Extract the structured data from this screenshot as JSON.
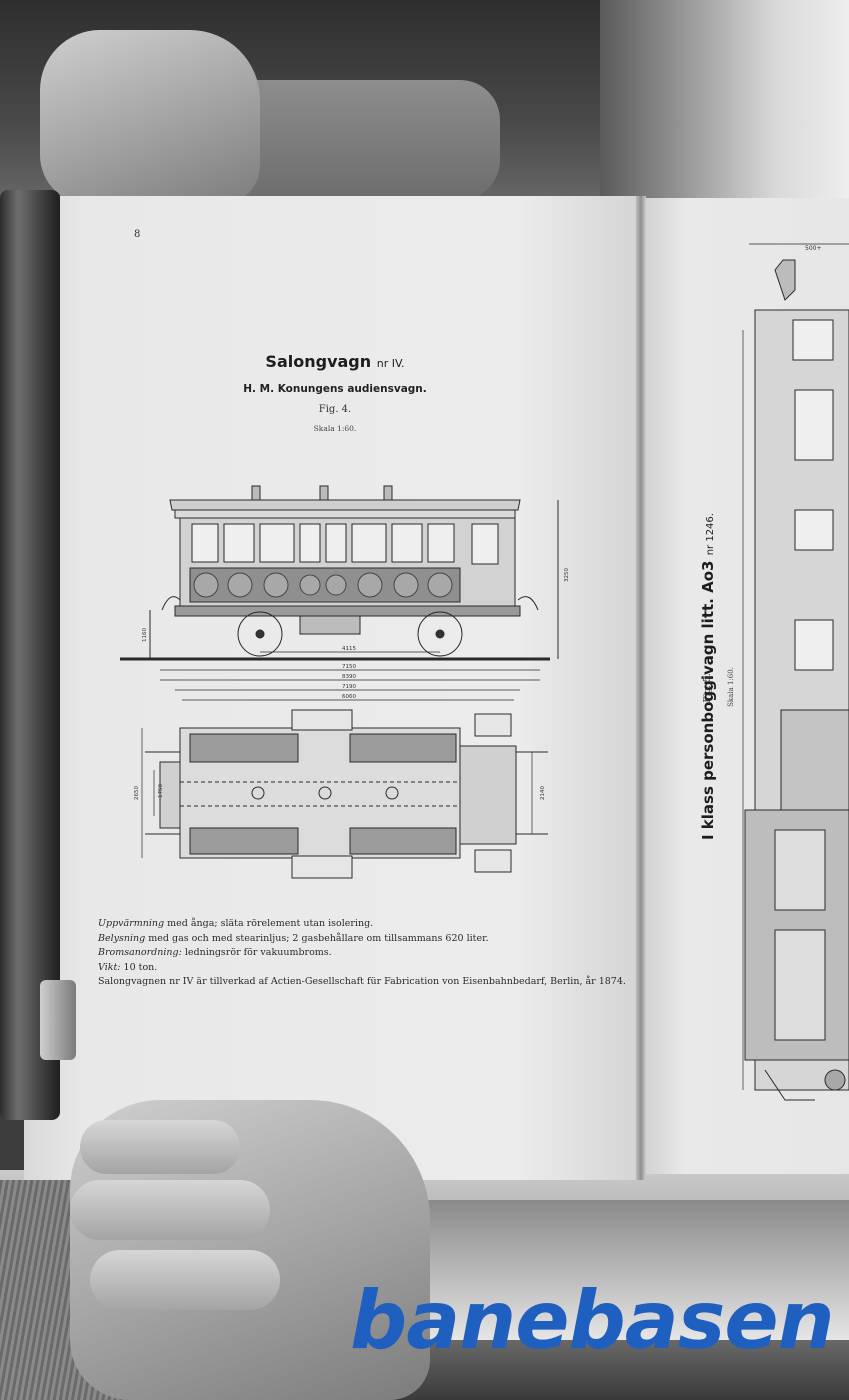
{
  "left_page": {
    "page_number": "8",
    "title": "Salongvagn",
    "title_suffix": "nr IV.",
    "subtitle": "H. M. Konungens audiensvagn.",
    "figure_label": "Fig. 4.",
    "scale_label": "Skala 1:60.",
    "dimensions": {
      "height": "3250",
      "wheel_height": "1160",
      "wheelbase": "4115",
      "length_1": "7150",
      "length_2": "8390",
      "length_3": "7190",
      "length_4": "6060",
      "width_1": "2650",
      "width_2": "1750",
      "width_3": "2140"
    },
    "notes": [
      {
        "label": "Uppvärmning",
        "text": " med ånga; släta rörelement utan isolering."
      },
      {
        "label": "Belysning",
        "text": " med gas och med stearinljus; 2 gasbehållare om tillsammans 620 liter."
      },
      {
        "label": "Bromsanordning:",
        "text": " ledningsrör för vakuumbroms."
      },
      {
        "label": "Vikt:",
        "text": " 10 ton."
      },
      {
        "label": "",
        "text": "Salongvagnen nr IV är tillverkad af Actien-Gesellschaft für Fabrication von Eisenbahnbedarf, Berlin, år 1874."
      }
    ]
  },
  "right_page": {
    "title": "I klass personboggivagn litt.",
    "title_code": "Ao3",
    "title_suffix": "nr 1246.",
    "figure_label": "Fig. 5.",
    "scale_label": "Skala 1:60.",
    "top_dimension": "500+"
  },
  "watermark": "banebasen",
  "colors": {
    "paper": "#e8e8e8",
    "ink": "#1d1d1d",
    "watermark_blue": "#1f5fbf"
  }
}
